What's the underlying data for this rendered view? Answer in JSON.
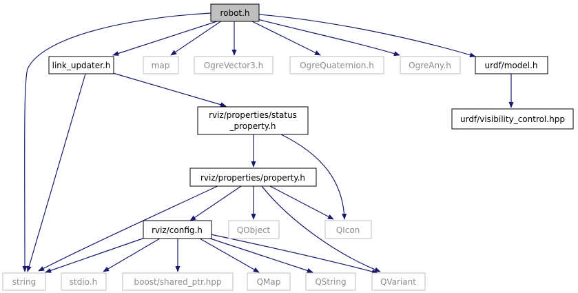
{
  "nodes": {
    "robot_h": "robot.h",
    "link_updater_h": "link_updater.h",
    "map": "map",
    "ogre_vector3_h": "OgreVector3.h",
    "ogre_quaternion_h": "OgreQuaternion.h",
    "ogre_any_h": "OgreAny.h",
    "urdf_model_h": "urdf/model.h",
    "urdf_visibility_control_hpp": "urdf/visibility_control.hpp",
    "status_property_line1": "rviz/properties/status",
    "status_property_line2": "_property.h",
    "property_h": "rviz/properties/property.h",
    "config_h": "rviz/config.h",
    "qobject": "QObject",
    "qicon": "QIcon",
    "string": "string",
    "stdio_h": "stdio.h",
    "boost_shared_ptr_hpp": "boost/shared_ptr.hpp",
    "qmap": "QMap",
    "qstring": "QString",
    "qvariant": "QVariant"
  },
  "colors": {
    "edge": "#191970",
    "root_fill": "#bfbfbf",
    "ghost_border": "#bfbfbf",
    "ghost_text": "#8c8c8c"
  }
}
